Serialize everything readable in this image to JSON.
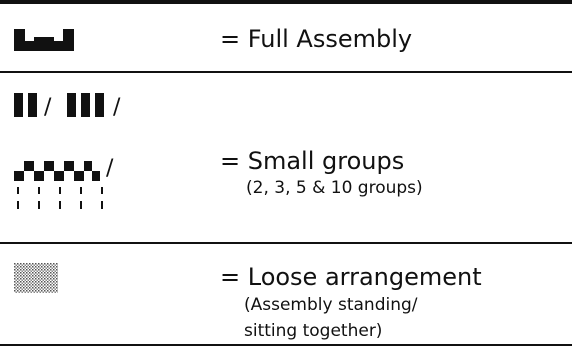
{
  "legend": {
    "rows": [
      {
        "icon": "full-assembly-block-icon",
        "title": "= Full Assembly"
      },
      {
        "icon": "small-groups-icon",
        "title": "= Small groups",
        "subtitle": "(2, 3, 5 & 10 groups)",
        "separators": [
          "/",
          "/",
          "/"
        ]
      },
      {
        "icon": "dotted-pattern-icon",
        "title": "= Loose arrangement",
        "subtitle_lines": [
          "(Assembly standing/",
          "sitting together)"
        ]
      }
    ]
  },
  "colors": {
    "ink": "#111111",
    "background": "#ffffff"
  }
}
